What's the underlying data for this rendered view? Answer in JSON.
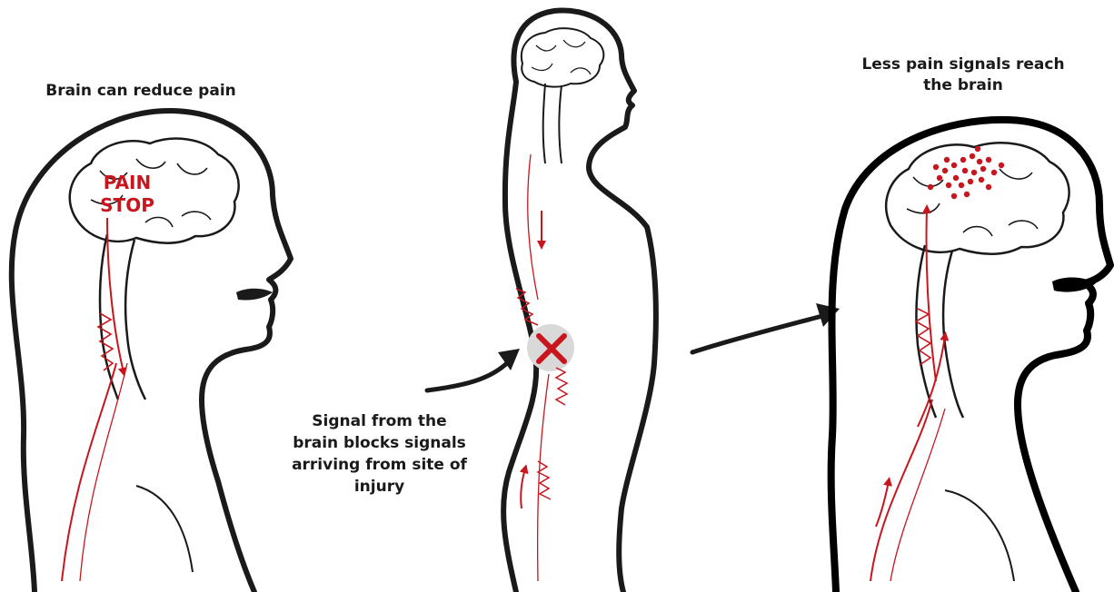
{
  "panels": {
    "left": {
      "caption": "Brain can reduce pain",
      "brain_label_line1": "PAIN",
      "brain_label_line2": "STOP"
    },
    "middle": {
      "caption_lines": [
        "Signal from the",
        "brain blocks signals",
        "arriving from site of",
        "injury"
      ]
    },
    "right": {
      "caption_lines": [
        "Less pain signals reach",
        "the brain"
      ]
    }
  },
  "colors": {
    "outline": "#1a1a1a",
    "signal": "#c8161e",
    "block_circle": "#d9d9d9"
  }
}
